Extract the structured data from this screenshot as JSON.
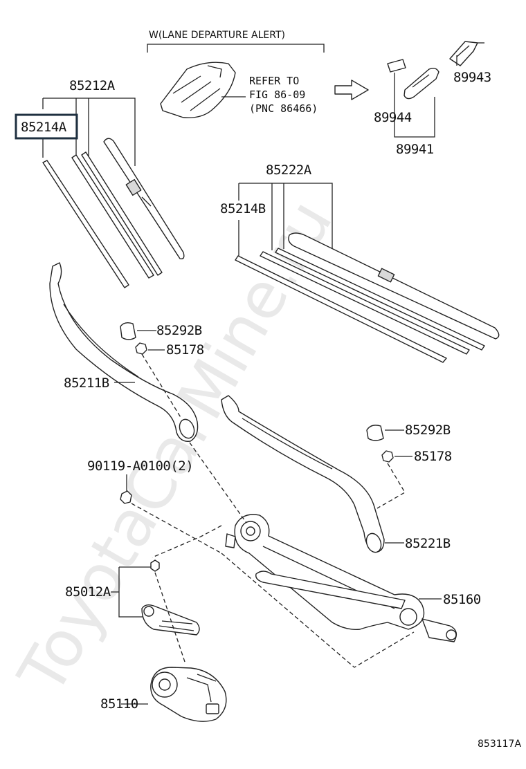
{
  "watermark": "ToyotaCarMine.ru",
  "header": {
    "option_label": "W(LANE DEPARTURE ALERT)",
    "refer_line1": "REFER TO",
    "refer_line2": "FIG 86-09",
    "refer_line3": "(PNC 86466)"
  },
  "labels": {
    "p85212A": "85212A",
    "p85214A": "85214A",
    "p85222A": "85222A",
    "p85214B": "85214B",
    "p89943": "89943",
    "p89944": "89944",
    "p89941": "89941",
    "p85292B_1": "85292B",
    "p85178_1": "85178",
    "p85211B": "85211B",
    "p85292B_2": "85292B",
    "p85178_2": "85178",
    "p90119": "90119-A0100(2)",
    "p85221B": "85221B",
    "p85012A": "85012A",
    "p85160": "85160",
    "p85110": "85110"
  },
  "figure_id": "853117A",
  "highlight_color": "#1f3040"
}
